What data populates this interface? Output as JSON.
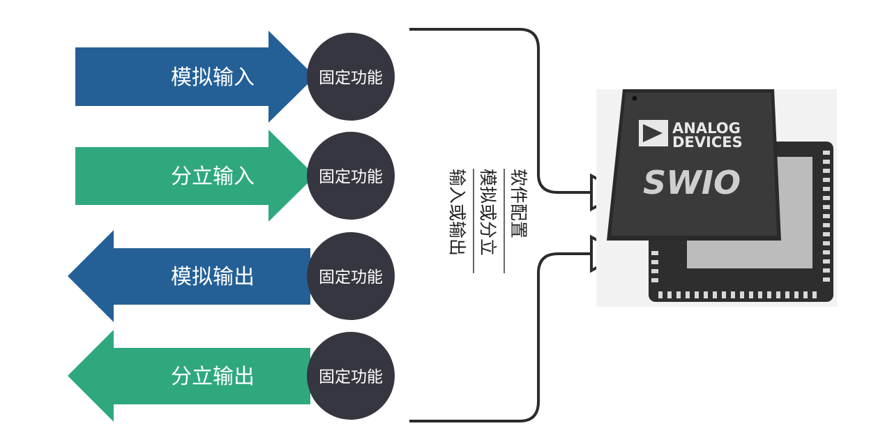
{
  "arrows": [
    {
      "label": "模拟输入",
      "direction": "right",
      "color": "#246096"
    },
    {
      "label": "分立输入",
      "direction": "right",
      "color": "#2FA87E"
    },
    {
      "label": "模拟输出",
      "direction": "left",
      "color": "#246096"
    },
    {
      "label": "分立输出",
      "direction": "left",
      "color": "#2FA87E"
    }
  ],
  "fixed_function_label": "固定功能",
  "circle_color": "#363640",
  "software_config": {
    "lines": [
      "软件配置",
      "模拟或分立",
      "输入或输出"
    ]
  },
  "chip": {
    "brand_line1": "ANALOG",
    "brand_line2": "DEVICES",
    "model": "SWIO"
  }
}
